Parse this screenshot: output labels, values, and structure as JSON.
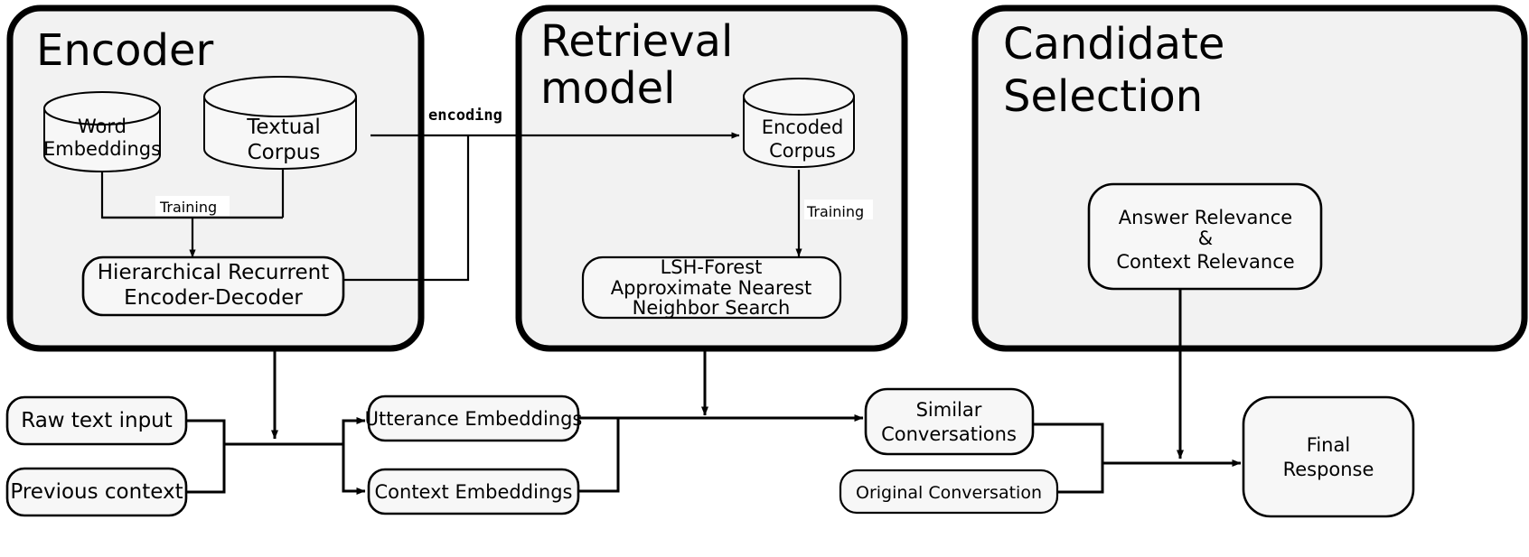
{
  "diagram": {
    "title": "Conversational retrieval system architecture",
    "background": "#ffffff",
    "panel_fill": "#f2f2f2",
    "node_fill": "#f7f7f7",
    "stroke": "#000000"
  },
  "panels": [
    {
      "id": "encoder",
      "title": "Encoder"
    },
    {
      "id": "retrieval",
      "title_line1": "Retrieval",
      "title_line2": "model"
    },
    {
      "id": "candidate",
      "title_line1": "Candidate",
      "title_line2": "Selection"
    }
  ],
  "nodes": {
    "word_embeddings": {
      "line1": "Word",
      "line2": "Embeddings",
      "shape": "cylinder"
    },
    "textual_corpus": {
      "line1": "Textual",
      "line2": "Corpus",
      "shape": "cylinder"
    },
    "hred": {
      "line1": "Hierarchical Recurrent",
      "line2": "Encoder-Decoder",
      "shape": "rounded-rect"
    },
    "encoded_corpus": {
      "line1": "Encoded",
      "line2": "Corpus",
      "shape": "cylinder"
    },
    "lsh_forest": {
      "line1": "LSH-Forest",
      "line2": "Approximate Nearest",
      "line3": "Neighbor Search",
      "shape": "rounded-rect"
    },
    "relevance": {
      "line1": "Answer Relevance",
      "line2": "&",
      "line3": "Context Relevance",
      "shape": "rounded-rect"
    },
    "raw_text_input": {
      "line1": "Raw text input",
      "shape": "rounded-rect"
    },
    "previous_context": {
      "line1": "Previous context",
      "shape": "rounded-rect"
    },
    "utterance_embeddings": {
      "line1": "Utterance Embeddings",
      "shape": "rounded-rect"
    },
    "context_embeddings": {
      "line1": "Context Embeddings",
      "shape": "rounded-rect"
    },
    "similar_conversations": {
      "line1": "Similar",
      "line2": "Conversations",
      "shape": "rounded-rect"
    },
    "original_conversation": {
      "line1": "Original Conversation",
      "shape": "rounded-rect"
    },
    "final_response": {
      "line1": "Final",
      "line2": "Response",
      "shape": "rounded-rect"
    }
  },
  "edge_labels": {
    "training_encoder": "Training",
    "encoding": "encoding",
    "training_retrieval": "Training"
  },
  "chart_data": {
    "type": "diagram",
    "title": "Conversational retrieval system architecture",
    "groups": [
      {
        "name": "Encoder",
        "members": [
          "Word Embeddings",
          "Textual Corpus",
          "Hierarchical Recurrent Encoder-Decoder"
        ]
      },
      {
        "name": "Retrieval model",
        "members": [
          "Encoded Corpus",
          "LSH-Forest Approximate Nearest Neighbor Search"
        ]
      },
      {
        "name": "Candidate Selection",
        "members": [
          "Answer Relevance & Context Relevance"
        ]
      }
    ],
    "edges": [
      {
        "from": "Word Embeddings",
        "to": "Hierarchical Recurrent Encoder-Decoder",
        "label": "Training"
      },
      {
        "from": "Textual Corpus",
        "to": "Hierarchical Recurrent Encoder-Decoder",
        "label": "Training"
      },
      {
        "from": "Textual Corpus",
        "to": "Encoded Corpus",
        "label": "encoding"
      },
      {
        "from": "Hierarchical Recurrent Encoder-Decoder",
        "to": "Encoded Corpus",
        "label": "encoding"
      },
      {
        "from": "Encoded Corpus",
        "to": "LSH-Forest Approximate Nearest Neighbor Search",
        "label": "Training"
      },
      {
        "from": "Raw text input",
        "to": "Encoder",
        "label": ""
      },
      {
        "from": "Previous context",
        "to": "Encoder",
        "label": ""
      },
      {
        "from": "Encoder",
        "to": "Utterance Embeddings",
        "label": ""
      },
      {
        "from": "Encoder",
        "to": "Context Embeddings",
        "label": ""
      },
      {
        "from": "Utterance Embeddings",
        "to": "Similar Conversations",
        "label": ""
      },
      {
        "from": "Context Embeddings",
        "to": "Similar Conversations",
        "label": ""
      },
      {
        "from": "LSH-Forest Approximate Nearest Neighbor Search",
        "to": "Similar Conversations",
        "label": ""
      },
      {
        "from": "Similar Conversations",
        "to": "Final Response",
        "label": ""
      },
      {
        "from": "Original Conversation",
        "to": "Final Response",
        "label": ""
      },
      {
        "from": "Answer Relevance & Context Relevance",
        "to": "Final Response",
        "label": ""
      }
    ]
  }
}
